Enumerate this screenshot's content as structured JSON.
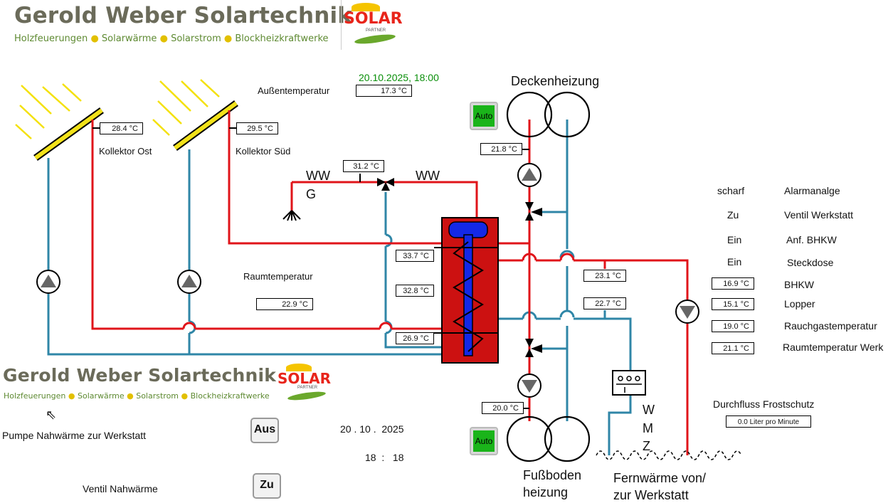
{
  "brand": {
    "name": "Gerold Weber Solartechnik",
    "tagline_parts": [
      "Holzfeuerungen",
      "Solarwärme",
      "Solarstrom",
      "Blockheizkraftwerke"
    ],
    "logo_text": "SOLAR",
    "logo_sub": "PARTNER"
  },
  "datetime_top": "20.10.2025,  18:00",
  "outside": {
    "label": "Außentemperatur",
    "value": "17.3 °C"
  },
  "collectors": {
    "east": {
      "label": "Kollektor Ost",
      "value": "28.4 °C"
    },
    "south": {
      "label": "Kollektor Süd",
      "value": "29.5 °C"
    }
  },
  "ww": {
    "left": "WW",
    "left_sub": "G",
    "right": "WW",
    "temp": "31.2 °C"
  },
  "room": {
    "label": "Raumtemperatur",
    "value": "22.9 °C"
  },
  "tank": {
    "top": "33.7 °C",
    "mid": "32.8 °C",
    "bottom": "26.9 °C"
  },
  "ceiling": {
    "label": "Deckenheizung",
    "auto": "Auto",
    "temp": "21.8 °C"
  },
  "floor": {
    "label_l1": "Fußboden",
    "label_l2": "heizung",
    "auto": "Auto",
    "temp": "20.0 °C"
  },
  "supply": {
    "t1": "23.1 °C",
    "t2": "22.7 °C"
  },
  "wmz": [
    "W",
    "M",
    "Z"
  ],
  "district": {
    "l1": "Fernwärme von/",
    "l2": "zur Werkstatt"
  },
  "status": [
    {
      "state": "scharf",
      "name": "Alarmanalge"
    },
    {
      "state": "Zu",
      "name": "Ventil Werkstatt"
    },
    {
      "state": "Ein",
      "name": "Anf. BHKW"
    },
    {
      "state": "Ein",
      "name": "Steckdose"
    }
  ],
  "readings": [
    {
      "value": "16.9 °C",
      "name": "BHKW"
    },
    {
      "value": "15.1 °C",
      "name": "Lopper"
    },
    {
      "value": "19.0 °C",
      "name": "Rauchgastemperatur"
    },
    {
      "value": "21.1 °C",
      "name": "Raumtemperatur Werk"
    }
  ],
  "flow": {
    "label": "Durchfluss Frostschutz",
    "value": "0.0 Liter pro Minute"
  },
  "controls": {
    "pump_label": "Pumpe  Nahwärme zur Werkstatt",
    "pump_btn": "Aus",
    "valve_label": "Ventil Nahwärme",
    "valve_btn": "Zu"
  },
  "date_bottom": {
    "d": "20",
    "m": "10",
    "y": "2025",
    "sep": ".",
    "h": "18",
    "min": "18",
    "tsep": ":"
  },
  "colors": {
    "hot": "#e0141a",
    "cold": "#2f86a7",
    "tank": "#cc1111",
    "coil": "#1428e6"
  }
}
